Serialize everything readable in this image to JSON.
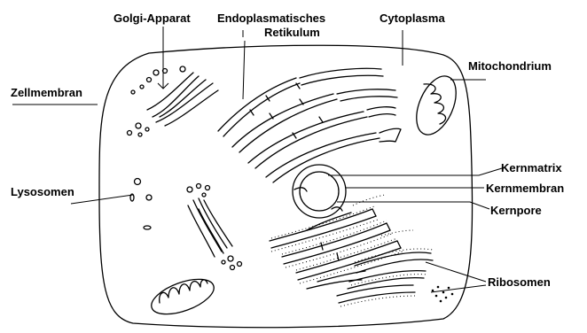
{
  "labels": {
    "golgi": "Golgi-Apparat",
    "er_line1": "Endoplasmatisches",
    "er_line2": "Retikulum",
    "cytoplasm": "Cytoplasma",
    "mitochondrium": "Mitochondrium",
    "membrane": "Zellmembran",
    "lysosomes": "Lysosomen",
    "nuclear_matrix": "Kernmatrix",
    "nuclear_membrane": "Kernmembran",
    "nuclear_pore": "Kernpore",
    "ribosomes": "Ribosomen"
  }
}
